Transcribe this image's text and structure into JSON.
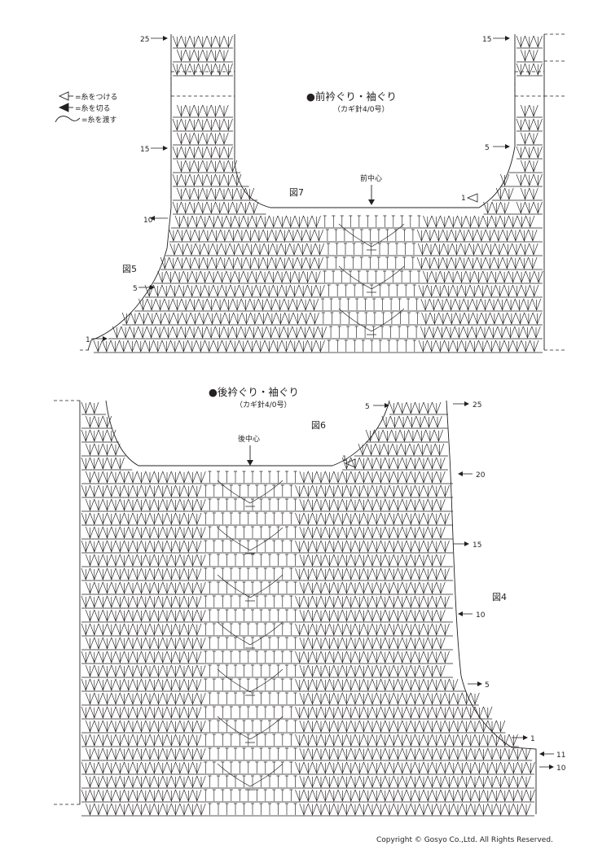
{
  "colors": {
    "ink": "#231f20",
    "background": "#ffffff"
  },
  "legend": {
    "items": [
      {
        "icon": "attach-yarn-icon",
        "text": "=糸をつける"
      },
      {
        "icon": "cut-yarn-icon",
        "text": "=糸を切る"
      },
      {
        "icon": "carry-yarn-icon",
        "text": "=糸を渡す"
      }
    ]
  },
  "front": {
    "title": "●前衿ぐり・袖ぐり",
    "hook": "（カギ針4/0号）",
    "center_label": "前中心",
    "figure_labels": {
      "left": "図5",
      "center": "図7"
    },
    "left_row_labels": [
      "25",
      "15",
      "10",
      "5",
      "1"
    ],
    "right_row_labels": [
      "15",
      "5",
      "1"
    ]
  },
  "back": {
    "title": "●後衿ぐり・袖ぐり",
    "hook": "（カギ針4/0号）",
    "center_label": "後中心",
    "figure_labels": {
      "center": "図6",
      "right": "図4"
    },
    "right_row_labels": [
      "5",
      "25",
      "1",
      "20",
      "15",
      "10",
      "5",
      "1",
      "11",
      "10"
    ]
  },
  "copyright": "Copyright © Gosyo Co.,Ltd. All Rights Reserved."
}
